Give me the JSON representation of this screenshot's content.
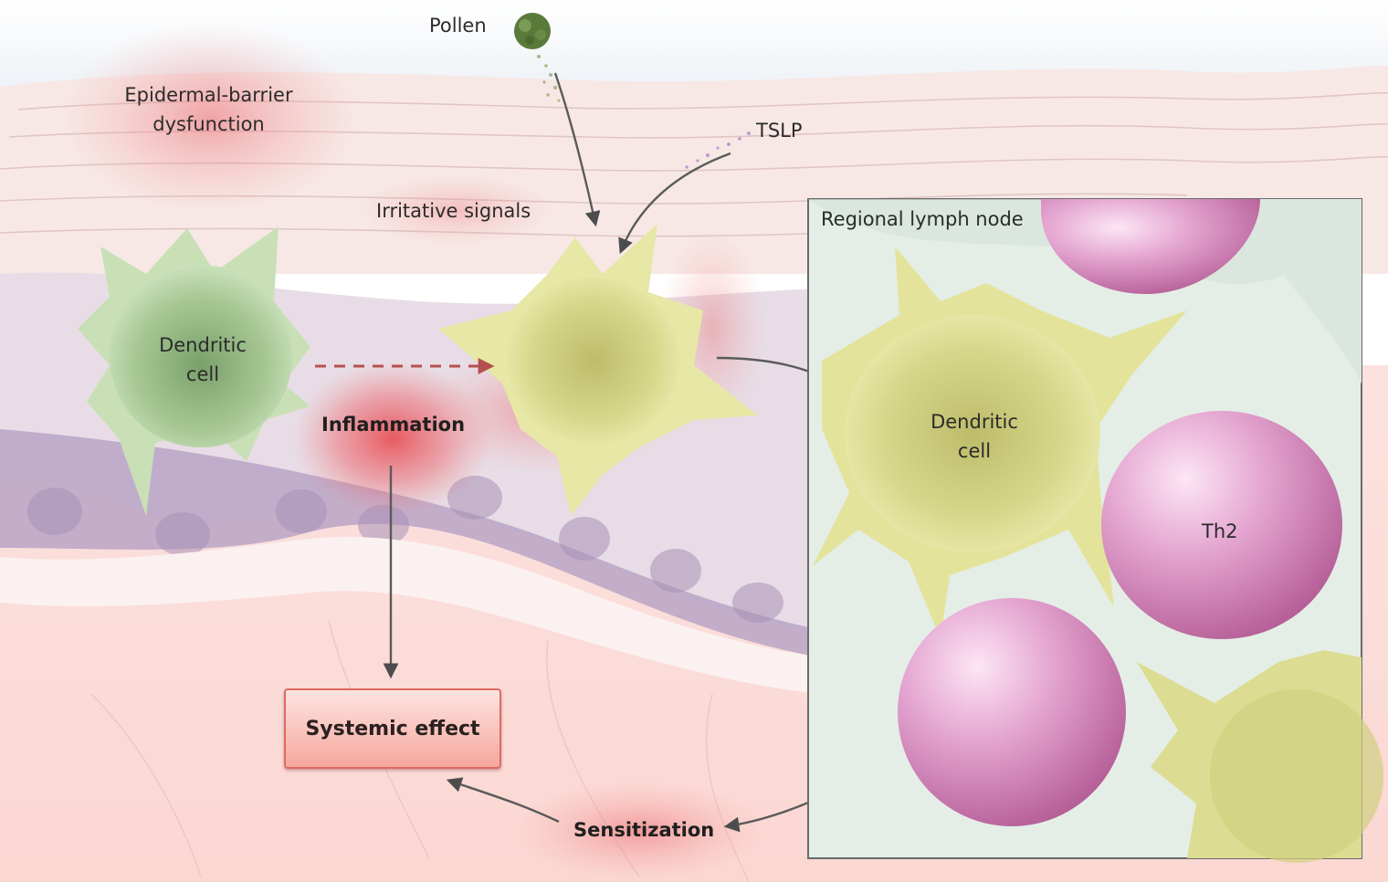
{
  "labels": {
    "pollen": "Pollen",
    "epidermal_barrier": [
      "Epidermal-barrier",
      "dysfunction"
    ],
    "tslp": "TSLP",
    "irritative_signals": "Irritative signals",
    "regional_lymph_node": "Regional lymph node",
    "dendritic_cell_left": [
      "Dendritic",
      "cell"
    ],
    "dendritic_cell_node": [
      "Dendritic",
      "cell"
    ],
    "inflammation": "Inflammation",
    "th2": "Th2",
    "systemic_effect": "Systemic effect",
    "sensitization": "Sensitization"
  },
  "colors": {
    "dendritic_green": "#8fb57e",
    "dendritic_yellow": "#d9d98a",
    "th2_pink": "#d98cc0",
    "inflammation_red": "#e8434a",
    "lymph_node_bg": "#e4eee6",
    "epidermis_purple": "#b59ec2",
    "dermis_pink": "#f9dcd8",
    "arrow_gray": "#555555"
  }
}
